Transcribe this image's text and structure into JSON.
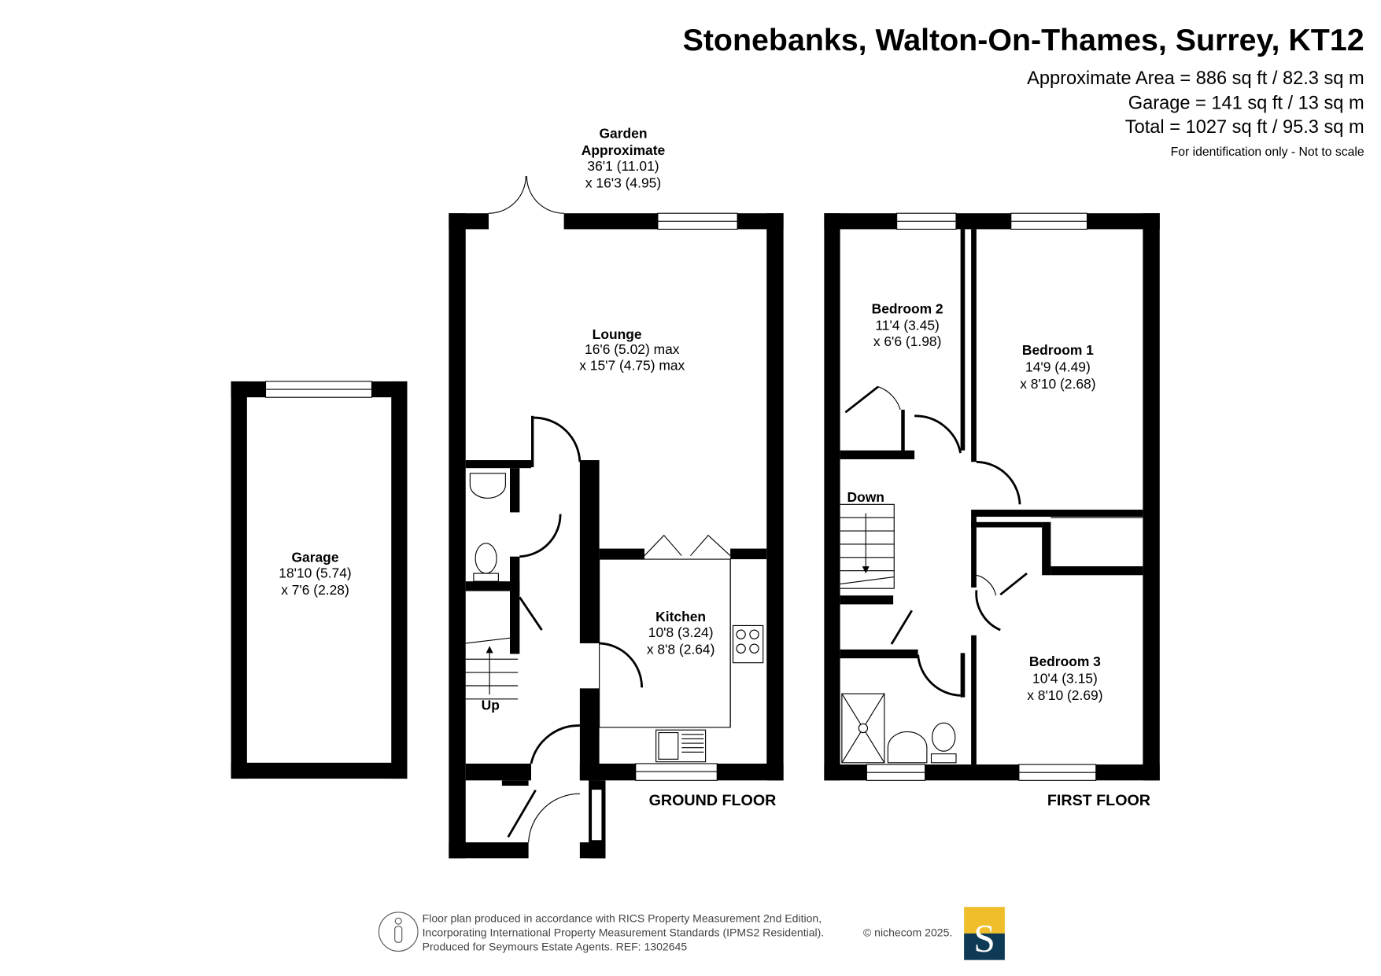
{
  "header": {
    "title": "Stonebanks, Walton-On-Thames, Surrey, KT12",
    "approx_area": "Approximate Area = 886 sq ft / 82.3 sq m",
    "garage_area": "Garage = 141 sq ft / 13 sq m",
    "total_area": "Total = 1027 sq ft / 95.3 sq m",
    "disclaimer": "For identification only - Not to scale"
  },
  "garden": {
    "name": "Garden",
    "sub": "Approximate",
    "dim1": "36'1 (11.01)",
    "dim2": "x 16'3 (4.95)"
  },
  "rooms": {
    "garage": {
      "name": "Garage",
      "dim1": "18'10 (5.74)",
      "dim2": "x 7'6 (2.28)"
    },
    "lounge": {
      "name": "Lounge",
      "dim1": "16'6 (5.02) max",
      "dim2": "x 15'7 (4.75) max"
    },
    "kitchen": {
      "name": "Kitchen",
      "dim1": "10'8 (3.24)",
      "dim2": "x 8'8 (2.64)"
    },
    "bedroom2": {
      "name": "Bedroom 2",
      "dim1": "11'4 (3.45)",
      "dim2": "x 6'6 (1.98)"
    },
    "bedroom1": {
      "name": "Bedroom 1",
      "dim1": "14'9 (4.49)",
      "dim2": "x 8'10 (2.68)"
    },
    "bedroom3": {
      "name": "Bedroom 3",
      "dim1": "10'4 (3.15)",
      "dim2": "x 8'10 (2.69)"
    }
  },
  "stairs": {
    "up": "Up",
    "down": "Down"
  },
  "floors": {
    "ground": "GROUND FLOOR",
    "first": "FIRST FLOOR"
  },
  "footer": {
    "line1": "Floor plan produced in accordance with RICS Property Measurement 2nd Edition,",
    "line2": "Incorporating International Property Measurement Standards (IPMS2 Residential).",
    "copyright": "© nichecom 2025.",
    "line3": "Produced for Seymours Estate Agents.   REF: 1302645",
    "logo_letter": "S"
  },
  "colors": {
    "logo_top": "#F0BE2A",
    "logo_bottom": "#0E3A55"
  }
}
